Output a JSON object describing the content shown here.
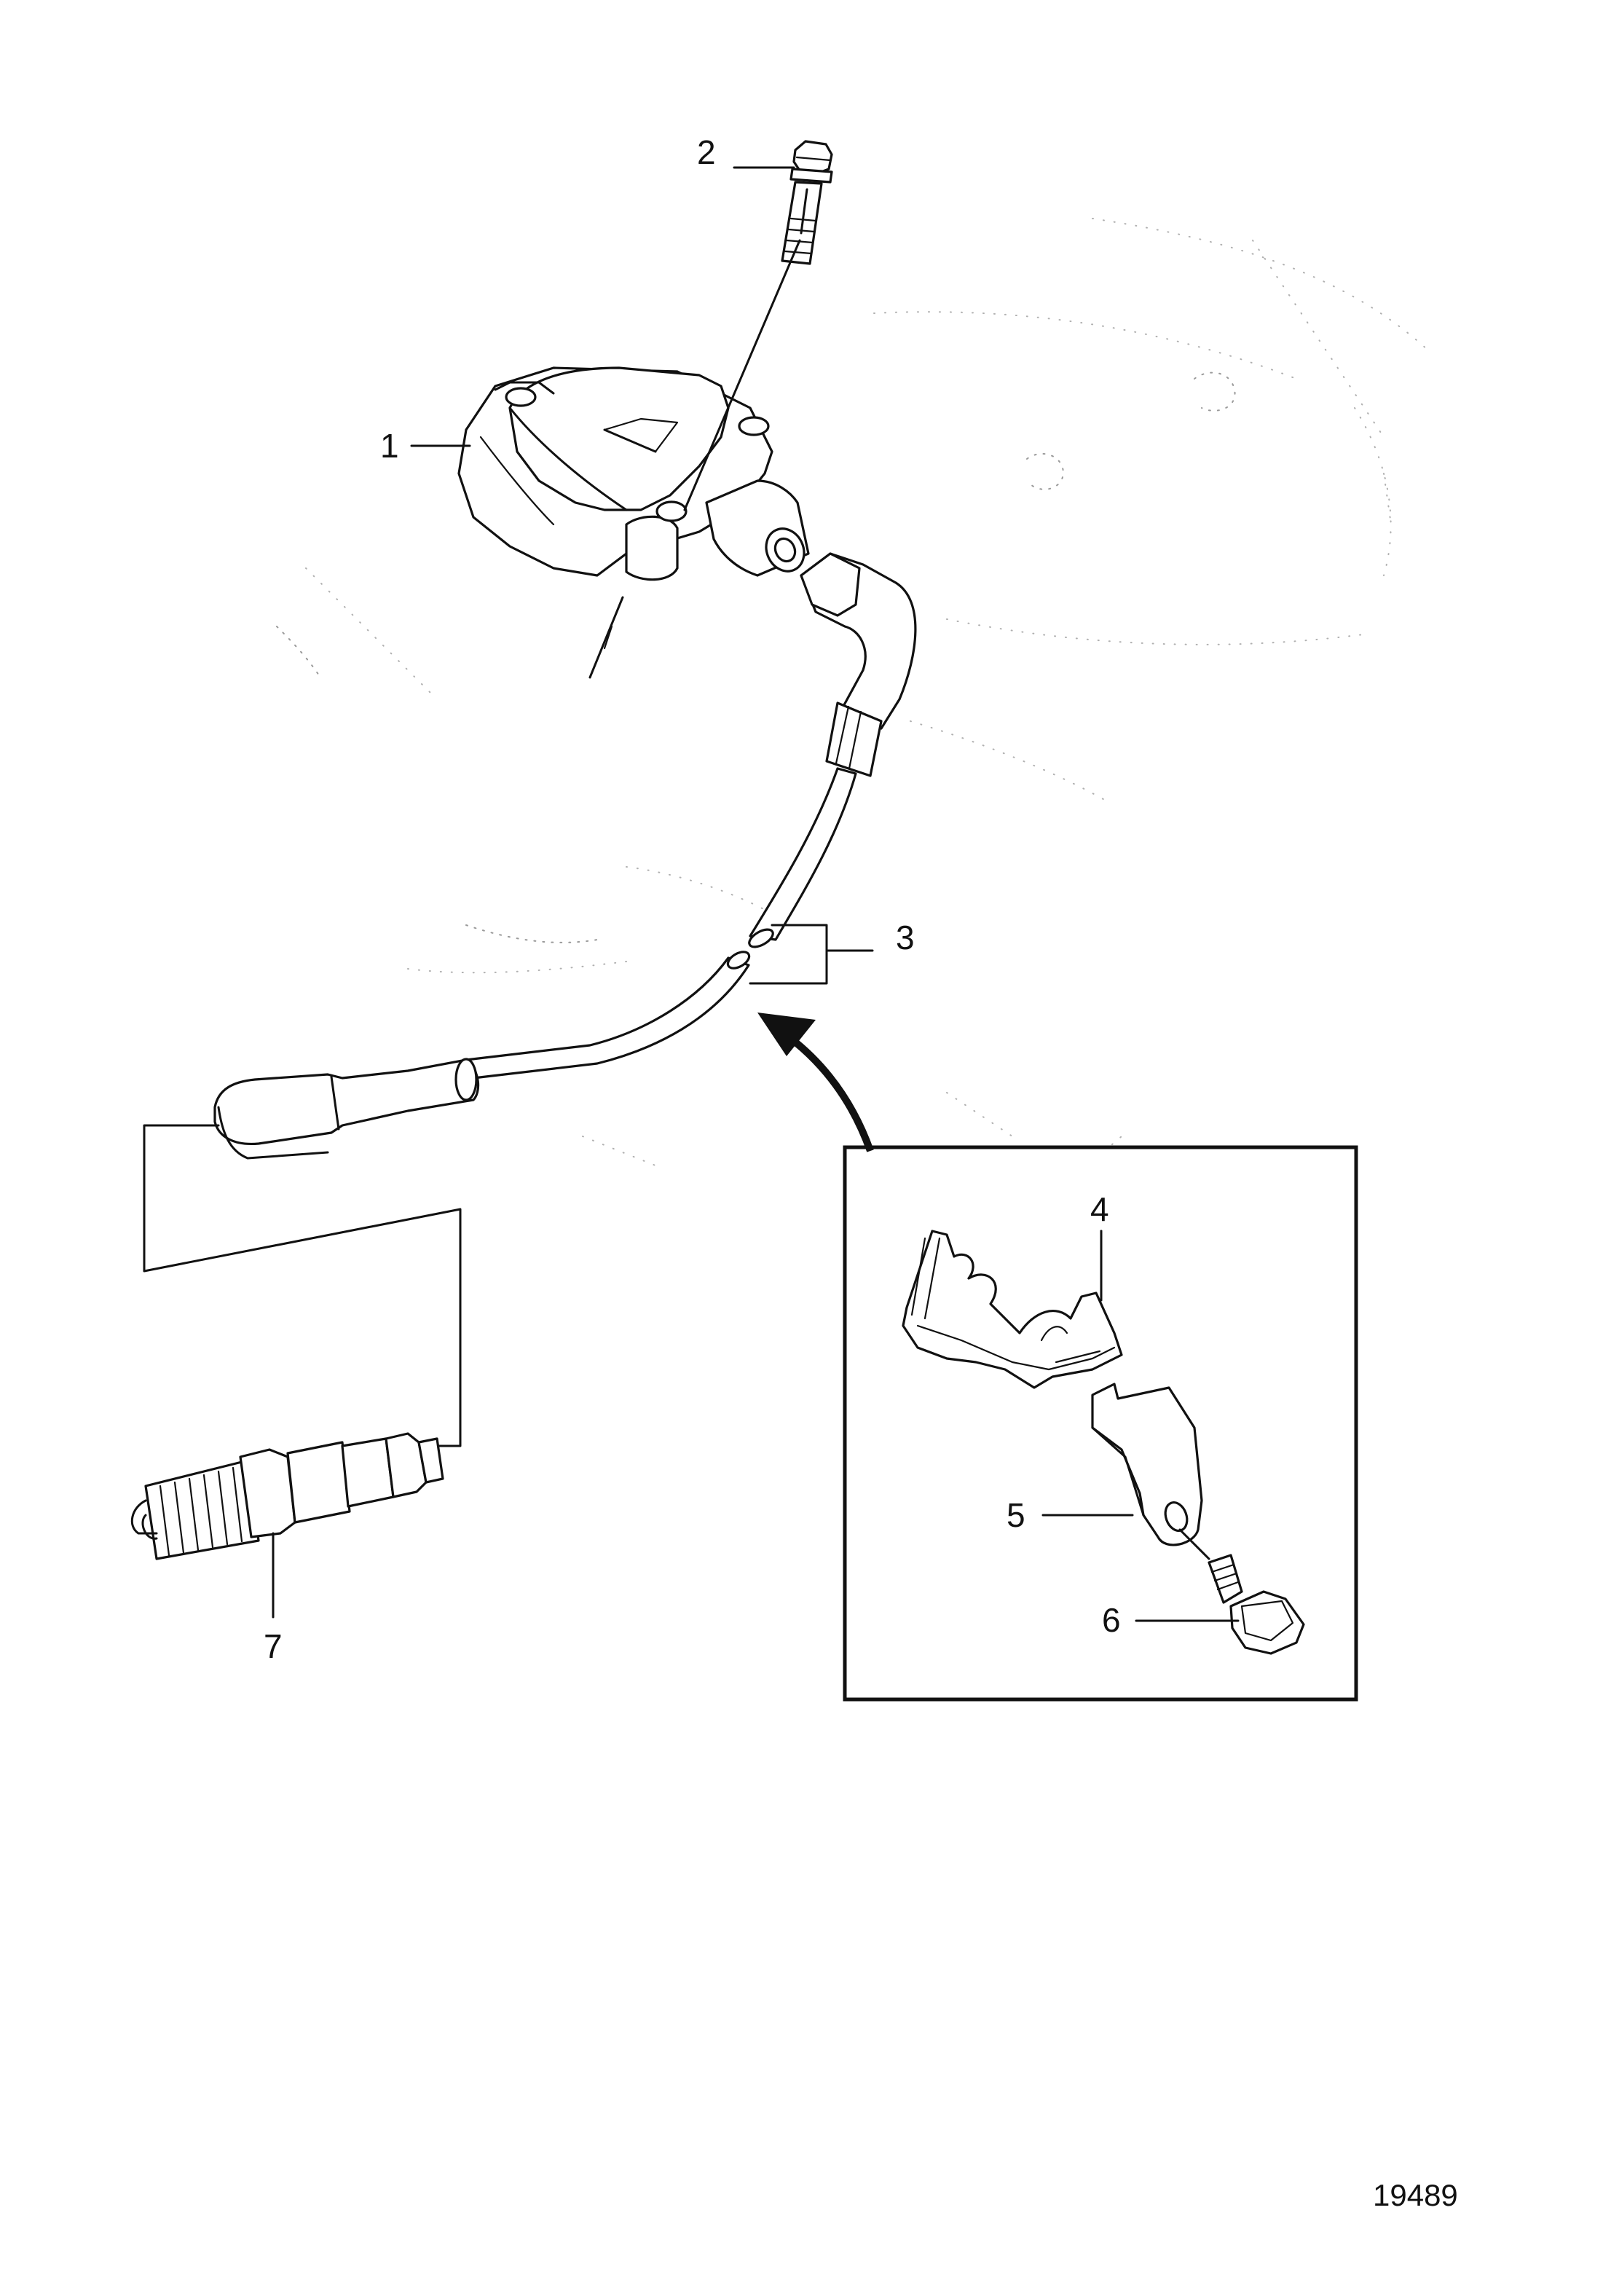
{
  "callouts": {
    "c1": "1",
    "c2": "2",
    "c3": "3",
    "c4": "4",
    "c5": "5",
    "c6": "6",
    "c7": "7"
  },
  "figure_number": "19489"
}
